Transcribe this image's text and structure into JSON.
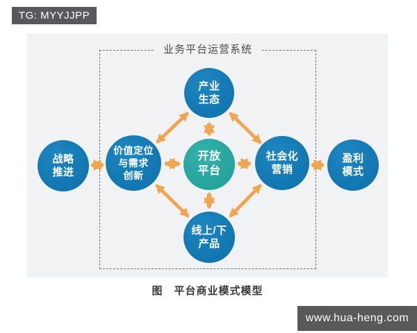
{
  "watermarks": {
    "top": "TG: MYYJJPP",
    "bottom": "www.hua-heng.com"
  },
  "diagram": {
    "system_label": "业务平台运营系统",
    "nodes": {
      "industry_ecosystem": {
        "label": "产业\n生态",
        "color": "#1278B2"
      },
      "open_platform": {
        "label": "开放\n平台",
        "color": "#28A6A0"
      },
      "value_innovation": {
        "label": "价值定位\n与需求\n创新",
        "color": "#1278B2"
      },
      "social_marketing": {
        "label": "社会化\n营销",
        "color": "#1278B2"
      },
      "online_offline_products": {
        "label": "线上/下\n产品",
        "color": "#1278B2"
      },
      "strategy_advance": {
        "label": "战略\n推进",
        "color": "#1278B2"
      },
      "profit_model": {
        "label": "盈利\n模式",
        "color": "#1278B2"
      }
    },
    "connections": [
      "open_platform-industry_ecosystem",
      "open_platform-online_offline_products",
      "open_platform-value_innovation",
      "open_platform-social_marketing",
      "industry_ecosystem-value_innovation",
      "industry_ecosystem-social_marketing",
      "value_innovation-online_offline_products",
      "social_marketing-online_offline_products",
      "strategy_advance-value_innovation",
      "social_marketing-profit_model"
    ],
    "arrow_color": "#F0A550",
    "panel_bg": "#F1F2F3",
    "badge_bg": "#59595B"
  },
  "caption": "图　平台商业模式模型"
}
